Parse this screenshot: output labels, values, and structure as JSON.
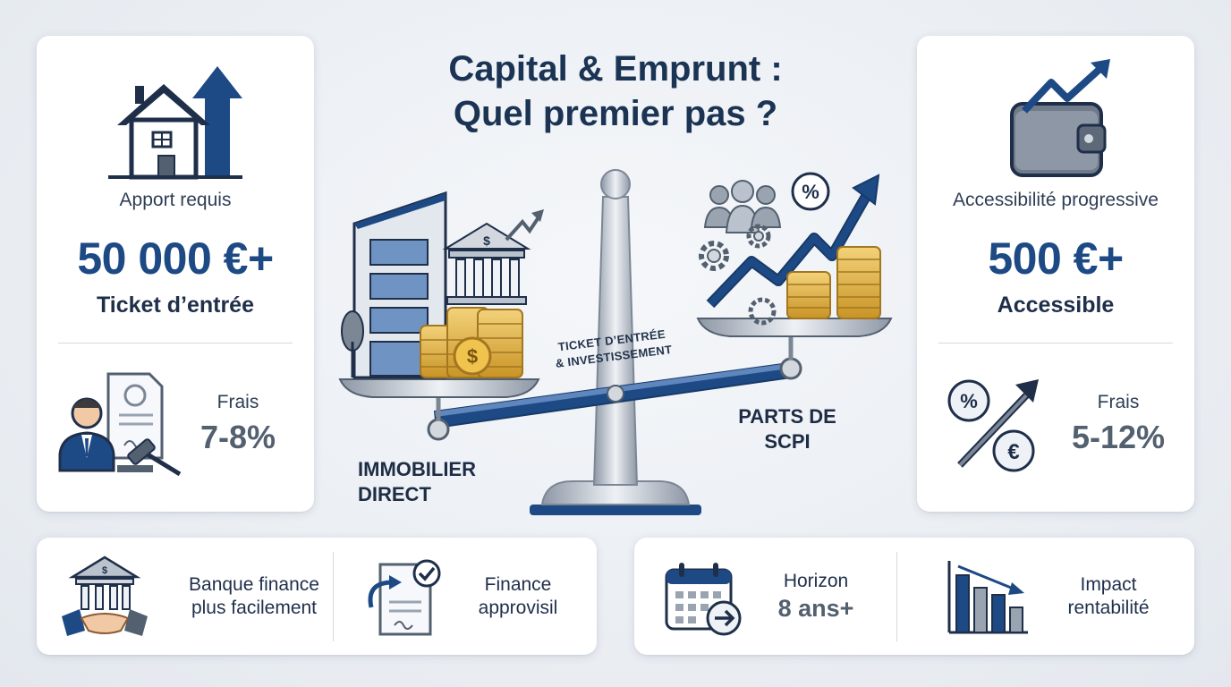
{
  "title": {
    "line1": "Capital & Emprunt :",
    "line2": "Quel premier pas ?"
  },
  "left_card": {
    "label": "Apport requis",
    "value": "50 000 €+",
    "sub": "Ticket d’entrée",
    "fee_label": "Frais",
    "fee_value": "7-8%",
    "icon": "house-arrow-icon",
    "fee_icon": "notary-gavel-icon"
  },
  "right_card": {
    "label": "Accessibilité progressive",
    "value": "500 €+",
    "sub": "Accessible",
    "fee_label": "Frais",
    "fee_value": "5-12%",
    "icon": "wallet-growth-icon",
    "fee_icon": "percent-euro-icon"
  },
  "scale": {
    "left_label_line1": "IMMOBILIER",
    "left_label_line2": "DIRECT",
    "right_label_line1": "PARTS DE",
    "right_label_line2": "SCPI",
    "center_label_line1": "TICKET D’ENTRÉE",
    "center_label_line2": "& INVESTISSEMENT",
    "bank_symbol": "$",
    "coin_symbol": "$",
    "percent_symbol": "%"
  },
  "bottom_left": {
    "item1_line1": "Banque finance",
    "item1_line2": "plus facilement",
    "item1_icon": "bank-handshake-icon",
    "item2_line1": "Finance",
    "item2_line2": "approvisil",
    "item2_icon": "document-check-icon"
  },
  "bottom_right": {
    "item1_label": "Horizon",
    "item1_value": "8 ans+",
    "item1_icon": "calendar-arrow-icon",
    "item2_line1": "Impact",
    "item2_line2": "rentabilité",
    "item2_icon": "declining-bars-icon"
  },
  "colors": {
    "navy": "#1d4a85",
    "dark_text": "#1f2f4a",
    "gray_value": "#53606f",
    "gold": "#e0b43c",
    "steel": "#b9c2cd"
  }
}
